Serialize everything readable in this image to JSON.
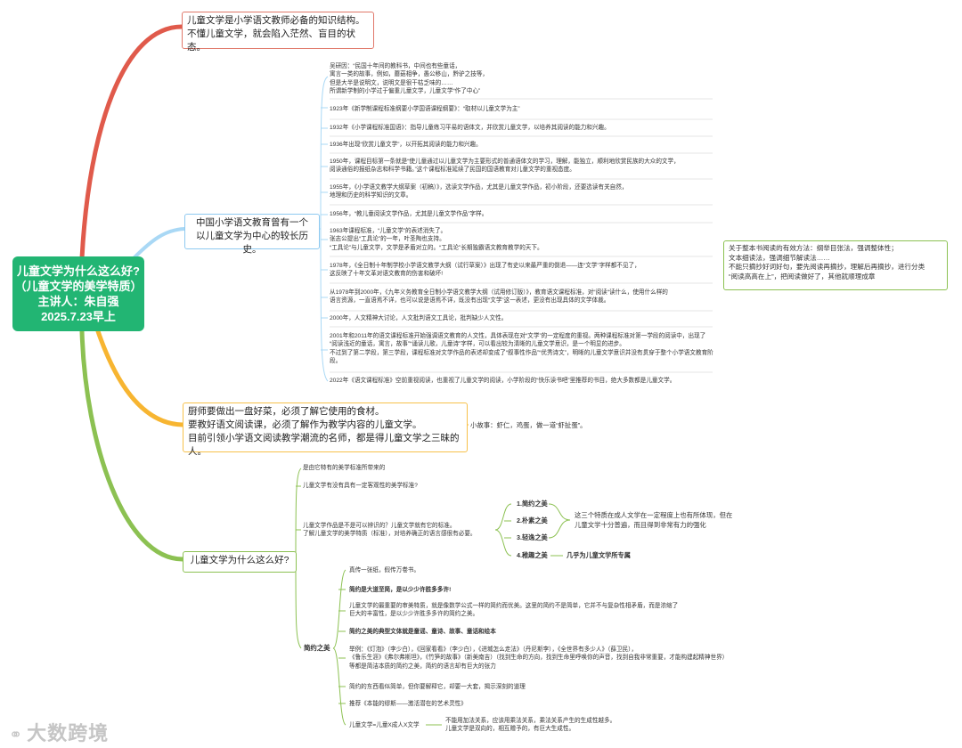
{
  "colors": {
    "red": "#e05a4b",
    "blue": "#8ec9f0",
    "yellow": "#f7b531",
    "green": "#8cc152",
    "root": "#22b573"
  },
  "root": {
    "lines": [
      "儿童文学为什么这么好?",
      "（儿童文学的美学特质）",
      "主讲人：朱自强",
      "2025.7.23早上"
    ]
  },
  "branch1": {
    "lines": [
      "儿童文学是小学语文教师必备的知识结构。",
      "不懂儿童文学，就会陷入茫然、盲目的状态。"
    ]
  },
  "branch2": {
    "lines": [
      "中国小学语文教育曾有一个",
      "以儿童文学为中心的较长历史。"
    ],
    "notes": [
      [
        "吴研因：“民国十年间的教科书，中间也有些童话，",
        "寓言一类的故事，例如，蘑菇相争，愚公移山，黔驴之技等，",
        "但是大半是说明文，说明文是很干枯乏味的……",
        "所谓新学制的小学过于偏重儿童文学，儿童文学“作了中心”"
      ],
      [
        "1923年《新学制课程标准纲要小学国语课程纲要》：“取材以儿童文学为主”"
      ],
      [
        "1932年《小学课程标准国语》：指导儿童练习平易的语体文，并欣赏儿童文学，以培养其阅读的能力和兴趣。"
      ],
      [
        "1936年出现“欣赏儿童文学”，以开拓其阅读的能力和兴趣。"
      ],
      [
        "1950年，课程目标第一条就是“使儿童通过以儿童文学为主要形式的普通语体文的学习，理解，能独立，顺利地欣赏民族的大众的文学，",
        "阅读通俗的报纸杂志和科学书籍。”这个课程标准延续了民国的国语教育对儿童文学的重视态度。"
      ],
      [
        "1955年，《小学语文教学大纲草案（初稿）》，选读文学作品，尤其是儿童文学作品，初小阶段，还要选读有关自然，",
        "地理和历史的科学知识的文章。"
      ],
      [
        "1956年，“教儿童阅读文学作品，尤其是儿童文学作品”字样。"
      ],
      [
        "1963年课程标准，“儿童文学”的表述消失了。",
        "张志公提出“工具论”的一年，叶圣陶也支持。",
        "“工具论”与儿童文学，文学是矛盾对立的。“工具论”长期独霸语文教育教学的天下。"
      ],
      [
        "1978年，《全日制十年制学校小学语文教学大纲（试行草案）》出现了有史以来最严重的倒退——连“文学”字样都不见了，",
        "这反映了十年文革对语文教育的伤害和破坏!"
      ],
      [
        "从1978年到2000年，《九年义务教育全日制小学语文教学大纲（试用修订版）》，教育语文课程标准，对“阅读“读什么，使用什么样的",
        "语言资源，一直语焉不详，也可以说是语焉不详，既没有出现“文学”这一表述，更没有出现具体的文学体裁。"
      ],
      [
        "2000年，人文精神大讨论，人文批判语文工具论，批判缺少人文性。"
      ],
      [
        "2001年和2011年的语文课程标准开始强调语文教育的人文性，具体表现在对“文学”的一定程度的重视。两种课程标准对第一学段的阅读中，出现了",
        "“阅读浅近的童话，寓言，故事”“诵读儿歌，儿童诗”字样，可以看出较为清晰的儿童文学意识，是一个明显的进步。",
        "不过到了第二学段，第三学段，课程标准对文学作品的表述却变成了“叙事性作品”“优秀诗文”，明晰的儿童文学意识并没有贯穿于整个小学语文教育阶",
        "段。"
      ],
      [
        "2022年《语文课程标准》空前重视阅读，也重视了儿童文学的阅读，小学阶段的“快乐读书吧”里推荐的书目，绝大多数都是儿童文学。"
      ]
    ],
    "side_note": [
      "关于整本书阅读的有效方法：纲举目张法，强调整体性；",
      "文本细读法，强调细节解读法……",
      "不能只摘抄好词好句，要先阅读再摘抄，理解后再摘抄，进行分类",
      "“阅读高高在上”，把阅读做好了，其他就顺理成章"
    ]
  },
  "branch3": {
    "lines": [
      "厨师要做出一盘好菜，必须了解它使用的食材。",
      "要教好语文阅读课，必须了解作为教学内容的儿童文学。",
      "目前引领小学语文阅读教学潮流的名师，都是得儿童文学之三昧的人。"
    ],
    "note": "小故事：虾仁，鸡蛋，做一道“虾扯蛋”。"
  },
  "branch4": {
    "label": "儿童文学为什么这么好?",
    "sub": [
      "是由它特有的美学标准所带来的",
      "儿童文学有没有具有一定客观性的美学标准?",
      [
        "儿童文学作品是不是可以辨识的？儿童文学就有它的标准。",
        "了解儿童文学的美学特质（标准），对培养确正的语言感很有必要。"
      ]
    ],
    "features": [
      "1.简约之美",
      "2.朴素之美",
      "3.轻逸之美",
      "4.稚趣之美"
    ],
    "features_note": [
      "这三个特质在成人文学在一定程度上也有所体现，但在",
      "儿童文学十分普遍，而且得到非常有力的强化"
    ],
    "feature4_note": "几乎为儿童文学所专属",
    "simple_label": "简约之美",
    "simple_items": [
      [
        "真传一张纸，假传万卷书。"
      ],
      [
        "简约是大道至简，是以少少许胜多多许!"
      ],
      [
        "儿童文学的最重要的审美特质，就是像数学公式一样的简约而优美。这里的简约不是简单，它并不与复杂性相矛盾，而是浓缩了",
        "巨大的丰富性，是以少少许胜多多许的简约之美。"
      ],
      [
        "简约之美的典型文体就是童谣、童诗、故事、童话和绘本"
      ],
      [
        "举例：《灯泡》（李少白），《回家看看》（李少白），《进城怎么走法》（丹尼斯李），《全世界有多少人》（薛卫民），",
        "《鲁乐生涯》《弗尔弗斯坦》，《竹笋的故事》（新美南吉）（找到生命的方向，找到生命里呼唤你的声音，找到自我非常重要，才能构建起精神世界）",
        "等都是简洁本质的简约之美，简约的语言却有巨大的张力"
      ],
      [
        "简约的东西看似简单，但你要解释它，却要一大套，揭示深刻的道理"
      ],
      [
        "推荐《本能的缪斯——激活潜在的艺术灵性》"
      ],
      [
        "儿童文学=儿童X成人X文学"
      ]
    ],
    "simple_last_note": [
      "不能用加法关系，应该用乘法关系，乘法关系产生的生成性越多。",
      "儿童文学是双向的，相互赠予的，有巨大生成性。"
    ]
  },
  "watermark": "大数跨境"
}
